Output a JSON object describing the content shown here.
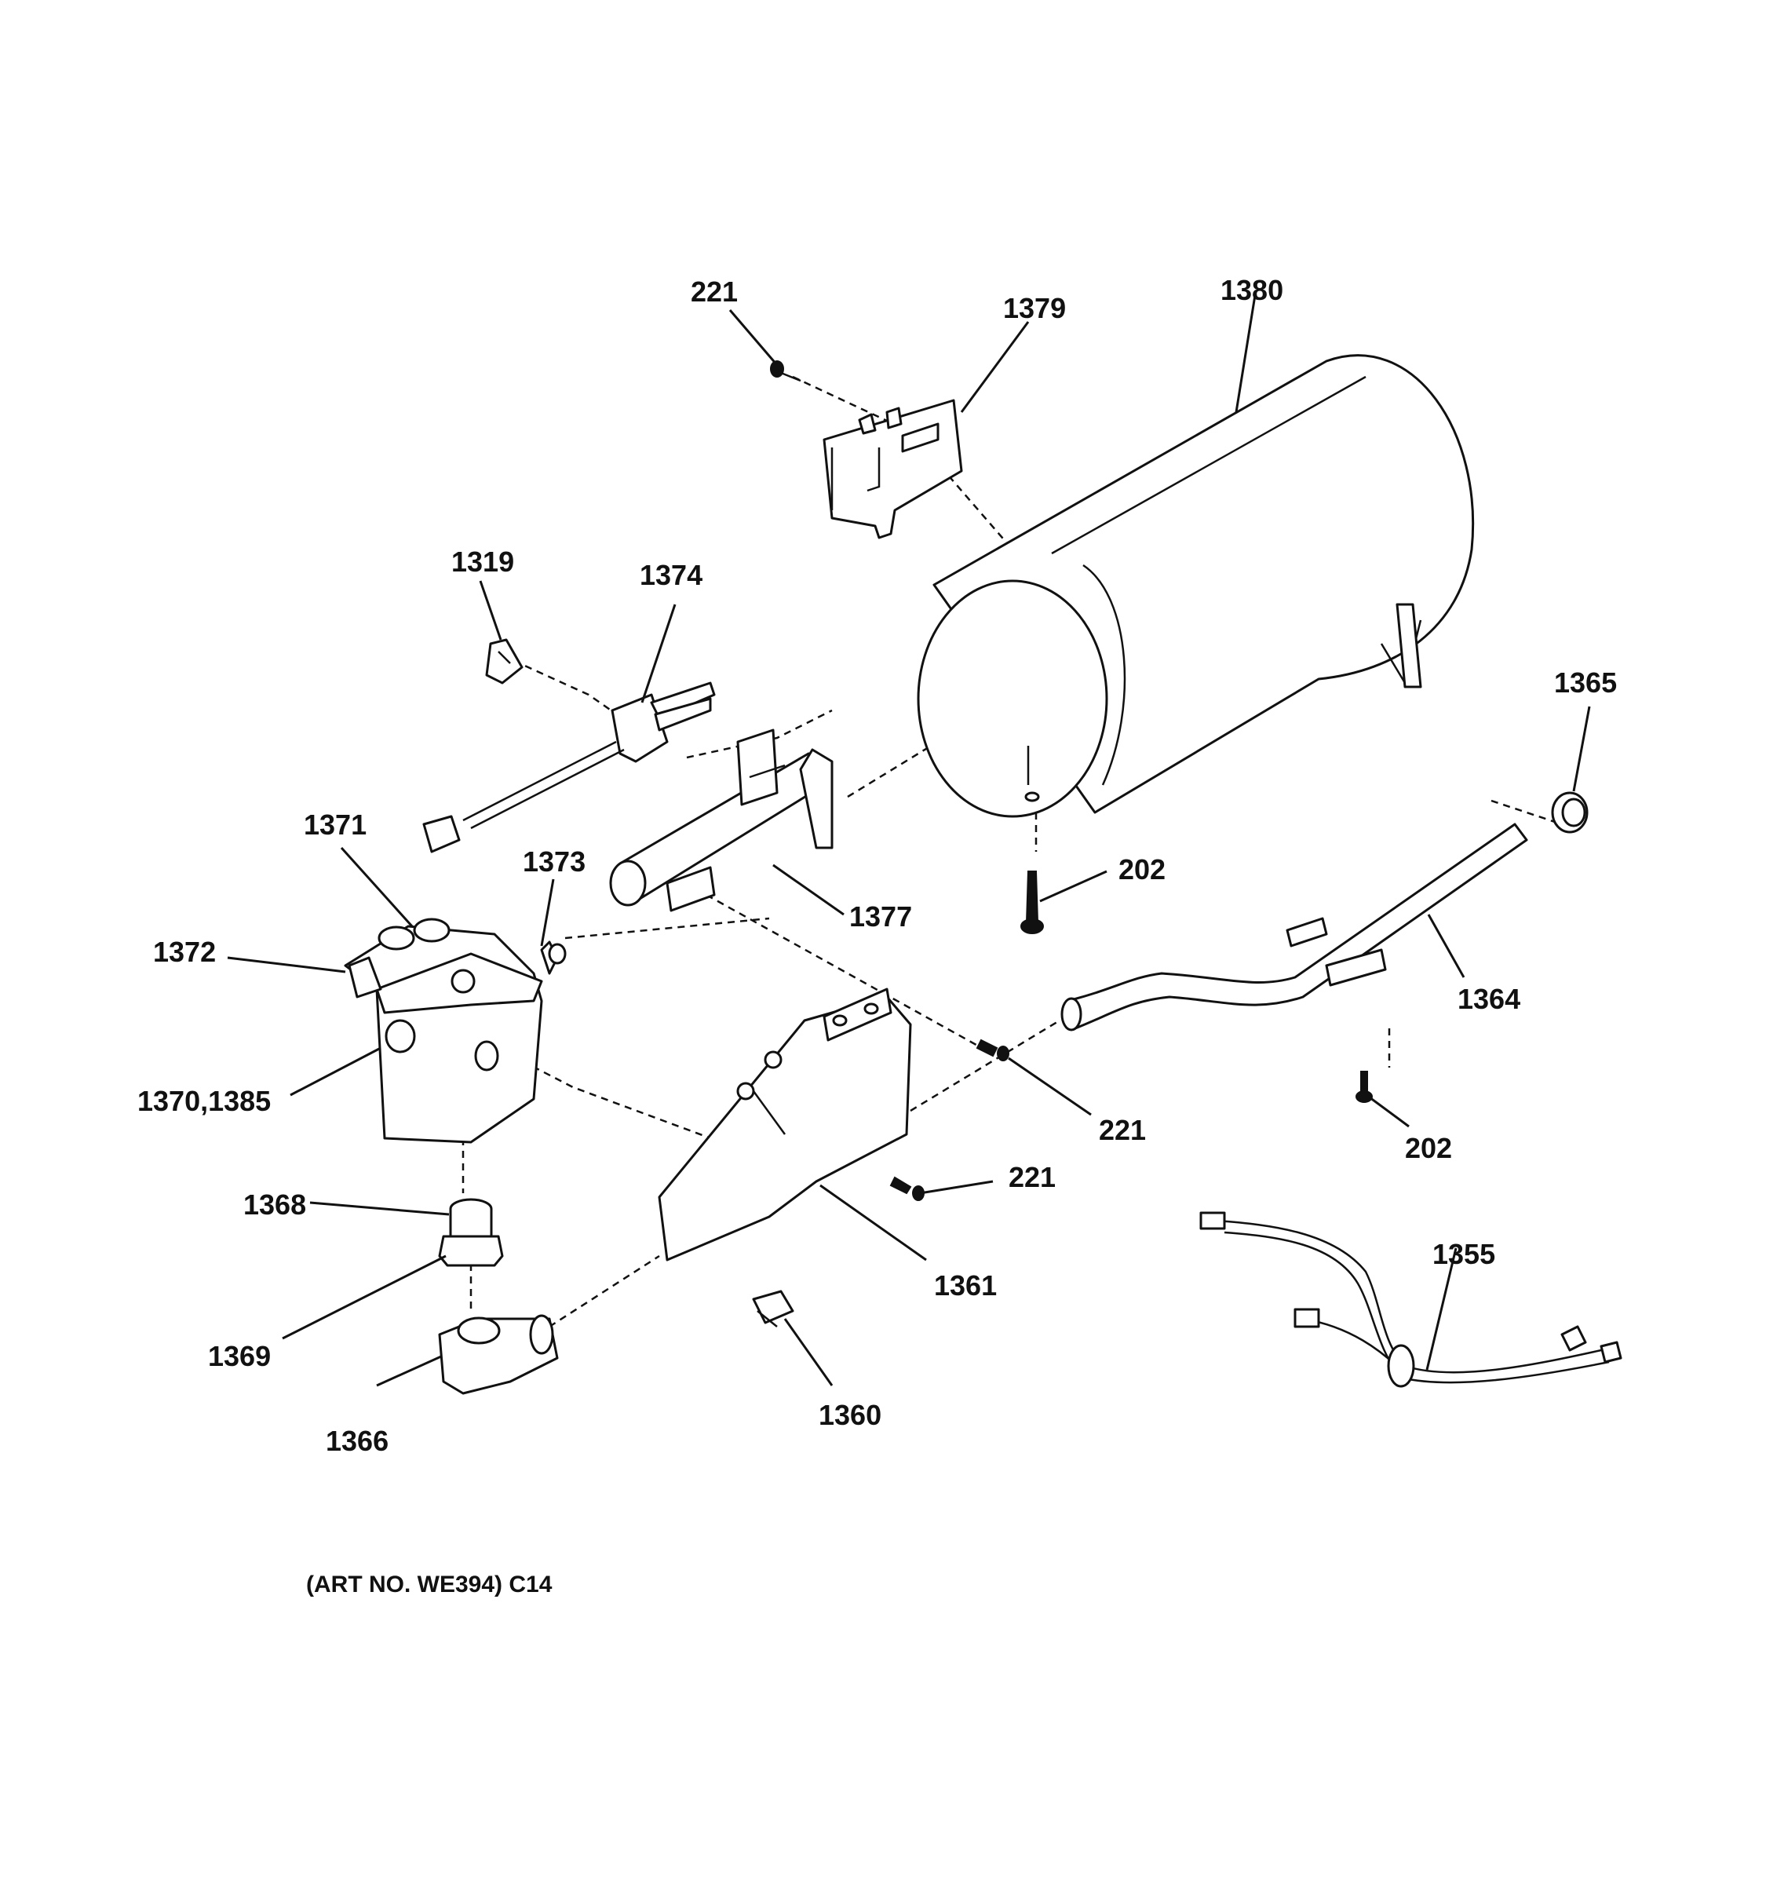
{
  "labels": {
    "screw_top": "221",
    "sensor_1379": "1379",
    "drum_1380": "1380",
    "clip_1319": "1319",
    "igniter_1374": "1374",
    "nut_1365": "1365",
    "valve_top_1371": "1371",
    "fitting_1373": "1373",
    "screw_202_mid": "202",
    "valve_1372": "1372",
    "burner_1377": "1377",
    "tube_1364": "1364",
    "valve_1370": "1370,1385",
    "screw_221_right": "221",
    "screw_202_low": "202",
    "screw_221_low": "221",
    "adapter_1368": "1368",
    "harness_1355": "1355",
    "bracket_1361": "1361",
    "nut_1369": "1369",
    "clip_1360": "1360",
    "elbow_1366": "1366"
  },
  "caption": "(ART NO. WE394) C14"
}
